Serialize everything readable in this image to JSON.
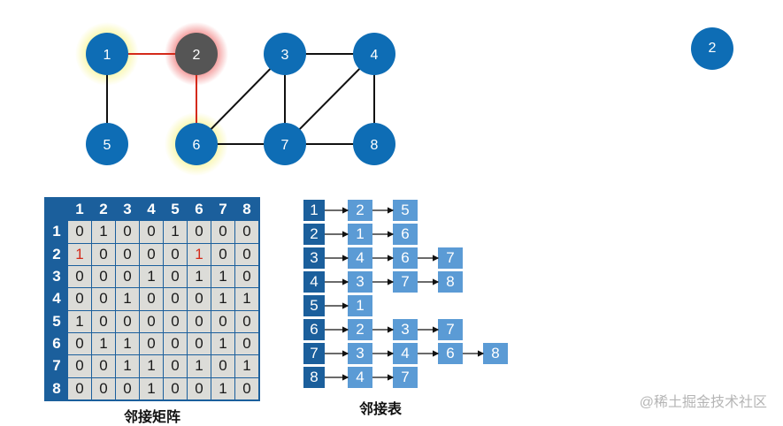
{
  "graph": {
    "nodes": [
      {
        "id": "1",
        "highlight": "yellow"
      },
      {
        "id": "2",
        "highlight": "red",
        "dark": true
      },
      {
        "id": "3"
      },
      {
        "id": "4"
      },
      {
        "id": "5"
      },
      {
        "id": "6",
        "highlight": "yellow"
      },
      {
        "id": "7"
      },
      {
        "id": "8"
      }
    ],
    "edges": [
      {
        "from": "1",
        "to": "2",
        "color": "#d42a1a"
      },
      {
        "from": "2",
        "to": "6",
        "color": "#d42a1a"
      },
      {
        "from": "1",
        "to": "5",
        "color": "#111111"
      },
      {
        "from": "3",
        "to": "4",
        "color": "#111111"
      },
      {
        "from": "3",
        "to": "6",
        "color": "#111111"
      },
      {
        "from": "3",
        "to": "7",
        "color": "#111111"
      },
      {
        "from": "4",
        "to": "7",
        "color": "#111111"
      },
      {
        "from": "4",
        "to": "8",
        "color": "#111111"
      },
      {
        "from": "6",
        "to": "7",
        "color": "#111111"
      },
      {
        "from": "7",
        "to": "8",
        "color": "#111111"
      }
    ]
  },
  "floating_node": "2",
  "matrix": {
    "headers": [
      "1",
      "2",
      "3",
      "4",
      "5",
      "6",
      "7",
      "8"
    ],
    "rows": [
      [
        "0",
        "1",
        "0",
        "0",
        "1",
        "0",
        "0",
        "0"
      ],
      [
        "1",
        "0",
        "0",
        "0",
        "0",
        "1",
        "0",
        "0"
      ],
      [
        "0",
        "0",
        "0",
        "1",
        "0",
        "1",
        "1",
        "0"
      ],
      [
        "0",
        "0",
        "1",
        "0",
        "0",
        "0",
        "1",
        "1"
      ],
      [
        "1",
        "0",
        "0",
        "0",
        "0",
        "0",
        "0",
        "0"
      ],
      [
        "0",
        "1",
        "1",
        "0",
        "0",
        "0",
        "1",
        "0"
      ],
      [
        "0",
        "0",
        "1",
        "1",
        "0",
        "1",
        "0",
        "1"
      ],
      [
        "0",
        "0",
        "0",
        "1",
        "0",
        "0",
        "1",
        "0"
      ]
    ],
    "highlighted_cells": [
      [
        1,
        0
      ],
      [
        1,
        5
      ]
    ],
    "caption": "邻接矩阵"
  },
  "adjacency_list": {
    "rows": [
      {
        "head": "1",
        "items": [
          "2",
          "5"
        ]
      },
      {
        "head": "2",
        "items": [
          "1",
          "6"
        ]
      },
      {
        "head": "3",
        "items": [
          "4",
          "6",
          "7"
        ]
      },
      {
        "head": "4",
        "items": [
          "3",
          "7",
          "8"
        ]
      },
      {
        "head": "5",
        "items": [
          "1"
        ]
      },
      {
        "head": "6",
        "items": [
          "2",
          "3",
          "7"
        ]
      },
      {
        "head": "7",
        "items": [
          "3",
          "4",
          "6",
          "8"
        ]
      },
      {
        "head": "8",
        "items": [
          "4",
          "7"
        ]
      }
    ],
    "caption": "邻接表"
  },
  "colors": {
    "node_blue": "#0e6db5",
    "node_dark": "#555555",
    "red_edge": "#d42a1a",
    "header_blue": "#1b5f9c",
    "list_blue": "#5b9bd5"
  },
  "watermark": "@稀土掘金技术社区"
}
